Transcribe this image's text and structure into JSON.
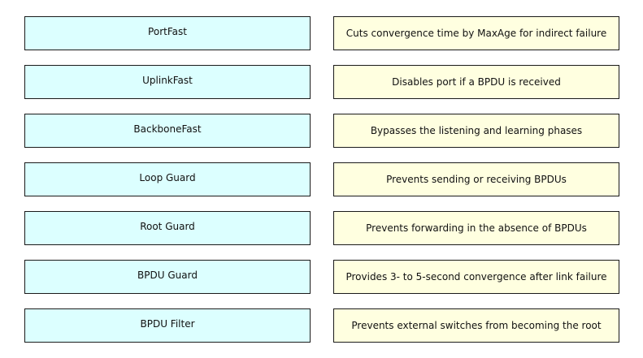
{
  "colors": {
    "term_bg": "#dcffff",
    "definition_bg": "#ffffe0",
    "border": "#1a1a1a"
  },
  "terms": [
    "PortFast",
    "UplinkFast",
    "BackboneFast",
    "Loop Guard",
    "Root Guard",
    "BPDU Guard",
    "BPDU Filter"
  ],
  "definitions": [
    "Cuts convergence time by MaxAge for indirect failure",
    "Disables port if a BPDU is received",
    "Bypasses the listening and learning phases",
    "Prevents sending or receiving BPDUs",
    "Prevents forwarding in the absence of BPDUs",
    "Provides 3- to 5-second convergence after link failure",
    "Prevents external switches from becoming the root"
  ]
}
